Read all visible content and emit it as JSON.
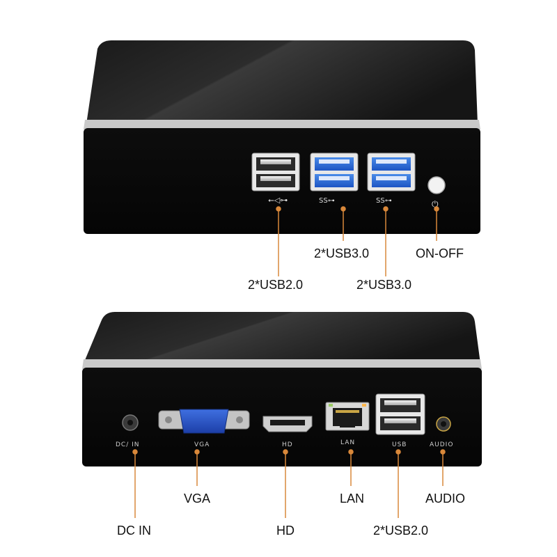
{
  "accent_color": "#d9883a",
  "front_view": {
    "callouts": {
      "usb2": "2*USB2.0",
      "usb3_a": "2*USB3.0",
      "usb3_b": "2*USB3.0",
      "power": "ON-OFF"
    },
    "icons": [
      "usb-icon",
      "usb-ss-icon",
      "usb-ss-icon",
      "power-icon"
    ]
  },
  "rear_view": {
    "port_labels": {
      "dc": "DC/ IN",
      "vga": "VGA",
      "hd": "HD",
      "lan": "LAN",
      "usb": "USB",
      "audio": "AUDIO"
    },
    "callouts": {
      "dc": "DC IN",
      "vga": "VGA",
      "hd": "HD",
      "lan": "LAN",
      "usb2": "2*USB2.0",
      "audio": "AUDIO"
    }
  }
}
